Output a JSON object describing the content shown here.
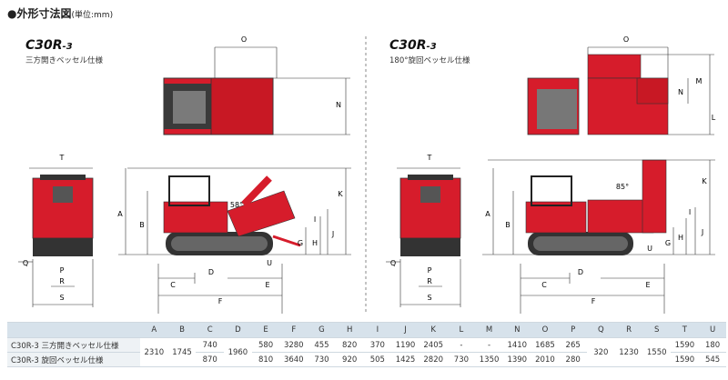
{
  "title": "外形寸法図",
  "title_unit": "(単位:mm)",
  "left": {
    "model": "C30R",
    "model_suffix": "-3",
    "spec": "三方開きベッセル仕様",
    "angle": "58°"
  },
  "right": {
    "model": "C30R",
    "model_suffix": "-3",
    "spec": "180°旋回ベッセル仕様",
    "angle": "85°"
  },
  "dim_letters": [
    "A",
    "B",
    "C",
    "D",
    "E",
    "F",
    "G",
    "H",
    "I",
    "J",
    "K",
    "L",
    "M",
    "N",
    "O",
    "P",
    "Q",
    "R",
    "S",
    "T",
    "U"
  ],
  "table": {
    "headers": [
      "A",
      "B",
      "C",
      "D",
      "E",
      "F",
      "G",
      "H",
      "I",
      "J",
      "K",
      "L",
      "M",
      "N",
      "O",
      "P",
      "Q",
      "R",
      "S",
      "T",
      "U"
    ],
    "rows": [
      {
        "label": "C30R-3 三方開きベッセル仕様",
        "cells": [
          "2310",
          "1745",
          "740",
          "1960",
          "580",
          "3280",
          "455",
          "820",
          "370",
          "1190",
          "2405",
          "-",
          "-",
          "1410",
          "1685",
          "265",
          "320",
          "1230",
          "1550",
          "1590",
          "180"
        ]
      },
      {
        "label": "C30R-3 旋回ベッセル仕様",
        "cells": [
          "",
          "",
          "870",
          "",
          "810",
          "3640",
          "730",
          "920",
          "505",
          "1425",
          "2820",
          "730",
          "1350",
          "1390",
          "2010",
          "280",
          "",
          "",
          "",
          "1590",
          "545"
        ]
      }
    ]
  },
  "colors": {
    "red": "#d61c2b",
    "dark": "#2a2a2a",
    "grey": "#6b6b6b",
    "line": "#333333"
  }
}
